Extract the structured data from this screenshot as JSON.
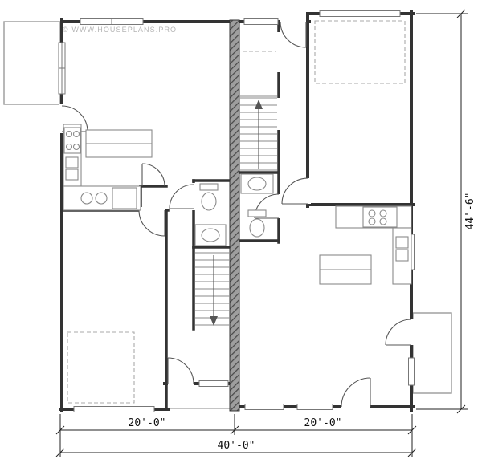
{
  "watermark": {
    "text": "© WWW.HOUSEPLANS.PRO"
  },
  "dimensions": {
    "left_unit_width": "20'-0\"",
    "right_unit_width": "20'-0\"",
    "overall_width": "40'-0\"",
    "overall_depth": "44'-6\""
  },
  "plan": {
    "type": "duplex-floor-plan",
    "units": 2,
    "features": [
      "left-unit-garage-bottom",
      "right-unit-garage-top",
      "central-party-wall",
      "left-porch",
      "right-porch",
      "two-stair-runs",
      "two-baths",
      "two-kitchens"
    ]
  },
  "colors": {
    "wall": "#333333",
    "fixture": "#8a8a8a",
    "dashed": "#aaaaaa",
    "party_wall_hatch": "#9e9e9e",
    "dimension_text": "#111111",
    "watermark_text": "#b5b5b5",
    "background": "#ffffff"
  }
}
